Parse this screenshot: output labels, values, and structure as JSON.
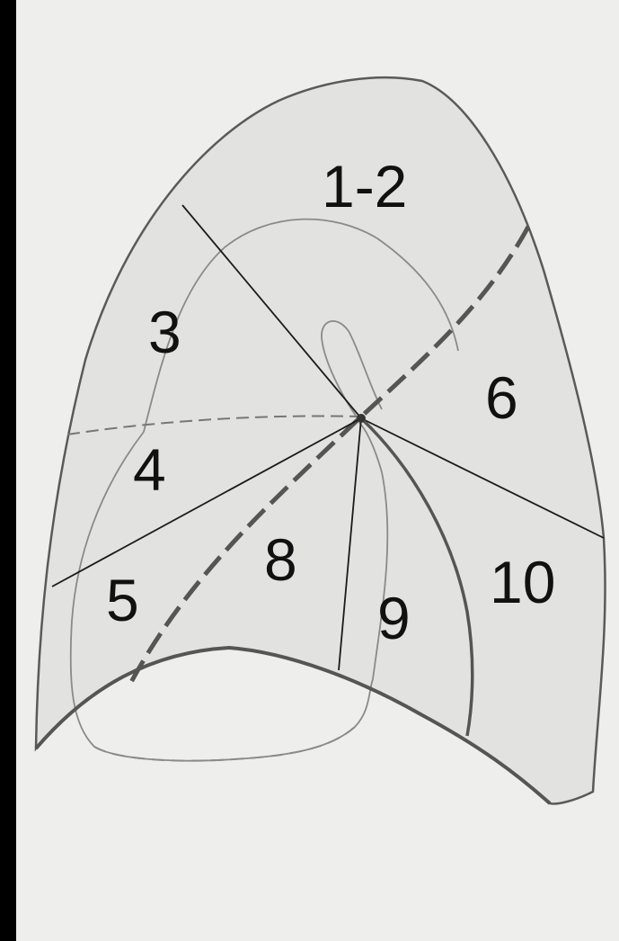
{
  "figure": {
    "colors": {
      "background": "#000000",
      "paper": "#eeeeec",
      "lung_fill": "#e2e2e0",
      "outline": "#5a5a5a",
      "fissure": "#555555",
      "segment_line": "#1a1a1a",
      "inner_contour": "#8a8a8a",
      "label": "#111111"
    },
    "segments": [
      {
        "id": "s1-2",
        "label": "1-2"
      },
      {
        "id": "s3",
        "label": "3"
      },
      {
        "id": "s4",
        "label": "4"
      },
      {
        "id": "s5",
        "label": "5"
      },
      {
        "id": "s6",
        "label": "6"
      },
      {
        "id": "s8",
        "label": "8"
      },
      {
        "id": "s9",
        "label": "9"
      },
      {
        "id": "s10",
        "label": "10"
      }
    ]
  }
}
